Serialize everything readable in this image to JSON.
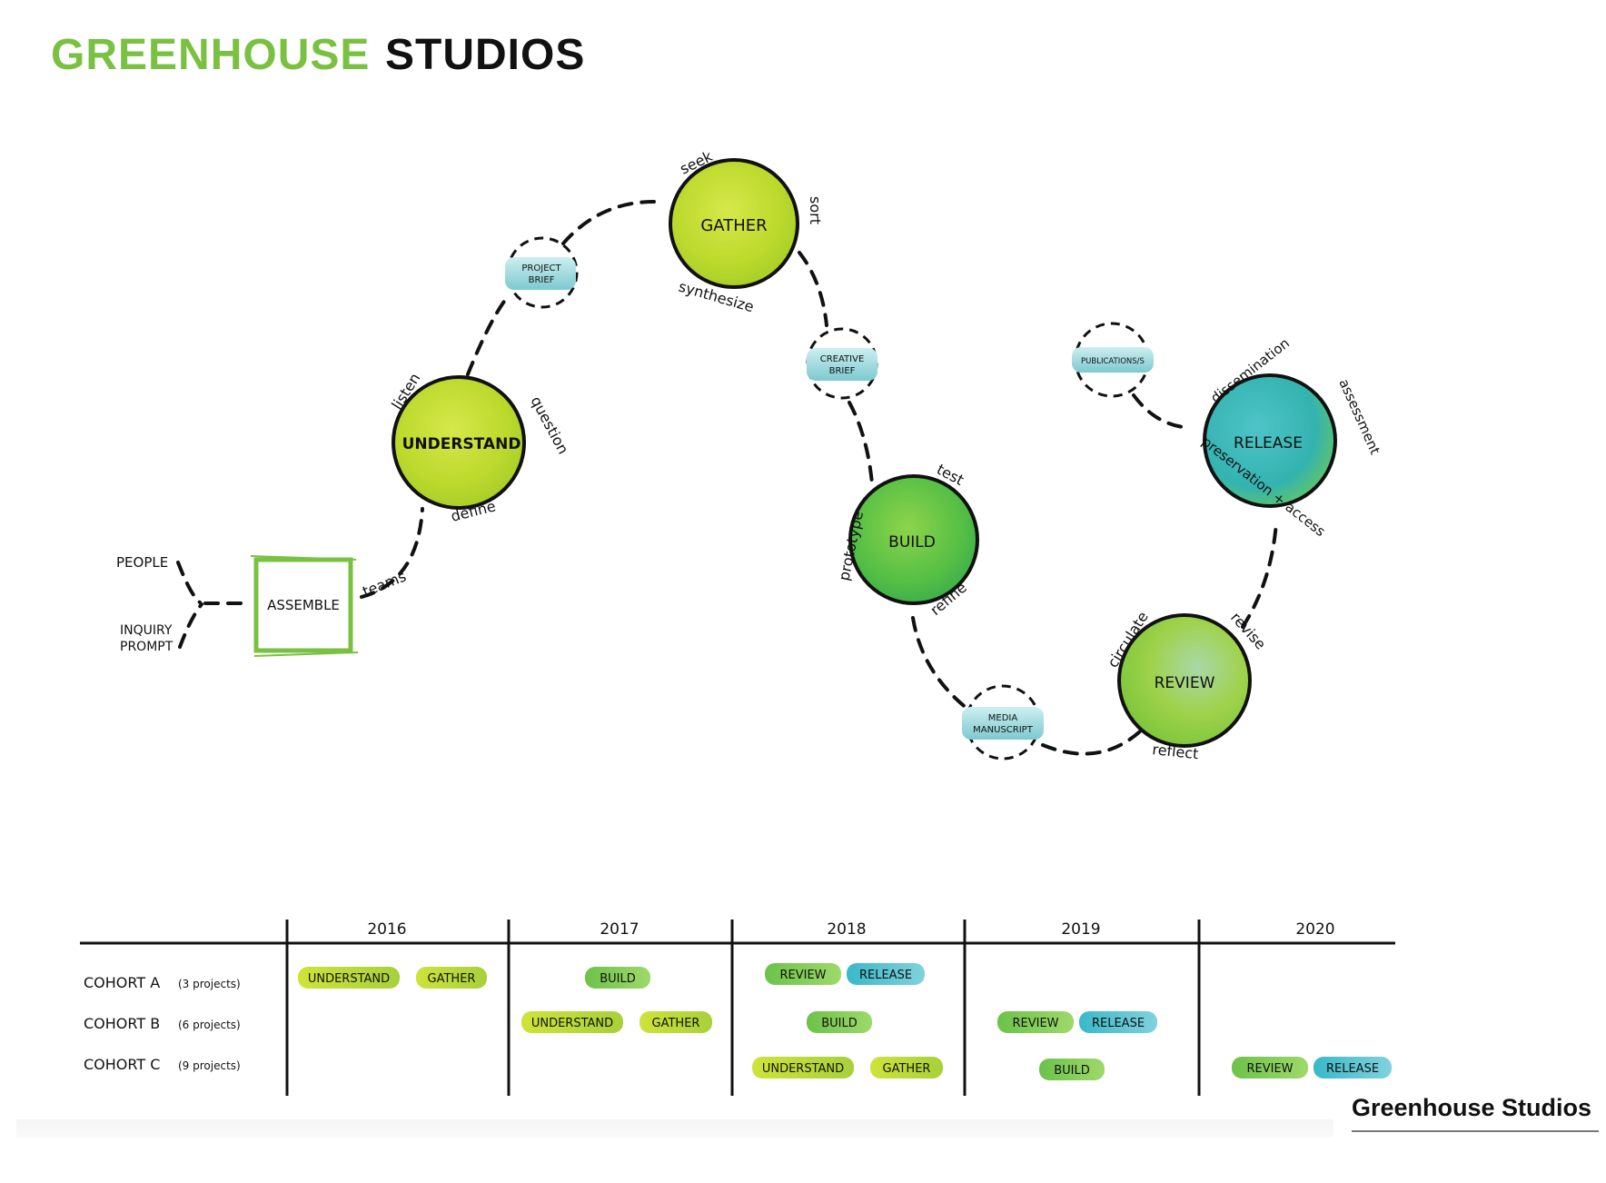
{
  "header": {
    "title_part1": "GREENHOUSE",
    "title_part2": "STUDIOS"
  },
  "colors": {
    "brand_green": "#7ac142",
    "lime_fill": "#c5df2f",
    "green_fill": "#5fc24a",
    "teal_fill": "#3fb8b8",
    "light_teal": "#9fd8dc",
    "ink": "#111111"
  },
  "inputs": {
    "people": "PEOPLE",
    "inquiry_line1": "INQUIRY",
    "inquiry_line2": "PROMPT"
  },
  "assemble": {
    "label": "ASSEMBLE",
    "connector": "teams"
  },
  "stages": {
    "understand": {
      "label": "UNDERSTAND",
      "verbs": [
        "listen",
        "question",
        "define"
      ]
    },
    "gather": {
      "label": "GATHER",
      "verbs": [
        "seek",
        "sort",
        "synthesize"
      ]
    },
    "build": {
      "label": "BUILD",
      "verbs": [
        "test",
        "prototype",
        "refine"
      ]
    },
    "review": {
      "label": "REVIEW",
      "verbs": [
        "circulate",
        "revise",
        "reflect"
      ]
    },
    "release": {
      "label": "RELEASE",
      "verbs": [
        "dissemination",
        "assessment",
        "preservation + access"
      ]
    }
  },
  "outputs": {
    "project_brief": [
      "PROJECT",
      "BRIEF"
    ],
    "creative_brief": [
      "CREATIVE",
      "BRIEF"
    ],
    "media_manuscript": [
      "MEDIA",
      "MANUSCRIPT"
    ],
    "publications": "PUBLICATIONS/S"
  },
  "timeline": {
    "years": [
      "2016",
      "2017",
      "2018",
      "2019",
      "2020"
    ],
    "cohorts": [
      {
        "name": "COHORT A",
        "note": "(3 projects)",
        "phases": [
          {
            "label": "UNDERSTAND",
            "kind": "lime"
          },
          {
            "label": "GATHER",
            "kind": "lime"
          },
          {
            "label": "BUILD",
            "kind": "green"
          },
          {
            "label": "REVIEW",
            "kind": "green"
          },
          {
            "label": "RELEASE",
            "kind": "teal"
          }
        ]
      },
      {
        "name": "COHORT B",
        "note": "(6 projects)",
        "phases": [
          {
            "label": "UNDERSTAND",
            "kind": "lime"
          },
          {
            "label": "GATHER",
            "kind": "lime"
          },
          {
            "label": "BUILD",
            "kind": "green"
          },
          {
            "label": "REVIEW",
            "kind": "green"
          },
          {
            "label": "RELEASE",
            "kind": "teal"
          }
        ]
      },
      {
        "name": "COHORT C",
        "note": "(9 projects)",
        "phases": [
          {
            "label": "UNDERSTAND",
            "kind": "lime"
          },
          {
            "label": "GATHER",
            "kind": "lime"
          },
          {
            "label": "BUILD",
            "kind": "green"
          },
          {
            "label": "REVIEW",
            "kind": "green"
          },
          {
            "label": "RELEASE",
            "kind": "teal"
          }
        ]
      }
    ]
  },
  "footer": {
    "logo_text": "Greenhouse Studios"
  }
}
